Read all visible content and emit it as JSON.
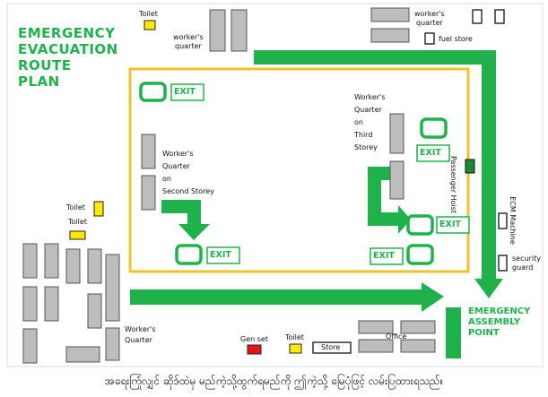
{
  "title": {
    "lines": [
      "EMERGENCY",
      "EVACUATION",
      "ROUTE",
      "PLAN"
    ]
  },
  "labels": {
    "toilet_top": "Toilet",
    "workers_quarter_top_left": [
      "worker's",
      "quarter"
    ],
    "workers_quarter_top_right": [
      "worker's",
      "quarter"
    ],
    "fuel_store": "fuel store",
    "exit_label": "EXIT",
    "third_storey": [
      "Worker's",
      "Quarter",
      "on",
      "Third",
      "Storey"
    ],
    "second_storey": [
      "Worker's",
      "Quarter",
      "on",
      "Second Storey"
    ],
    "passenger_hoist": "Passenger Hoist",
    "ecm_machine": "ECM Machine",
    "security_guard": [
      "security",
      "guard"
    ],
    "toilet_left_1": "Toilet",
    "toilet_left_2": "Toilet",
    "workers_quarter_bottom": [
      "Worker's",
      "Quarter"
    ],
    "gen_set": "Gen set",
    "toilet_bottom": "Toilet",
    "store": "Store",
    "office": "Office",
    "assembly_point": [
      "EMERGENCY",
      "ASSEMBLY",
      "POINT"
    ]
  },
  "colors": {
    "route_green": "#1fb24a",
    "boundary_yellow": "#f2c12e",
    "building_gray": "#bdbdbd",
    "toilet_yellow": "#ffe800",
    "genset_red": "#e8141b",
    "hoist_green": "#1a8a3a"
  },
  "caption": "အရေးကြုံလျှင် ဆိုဒ်ထဲမှ မည်ကဲ့သို့ထွက်ရမည်ကို ဤကဲ့သို့ မြေပုံဖြင့် လမ်းပြထားရသည်။"
}
